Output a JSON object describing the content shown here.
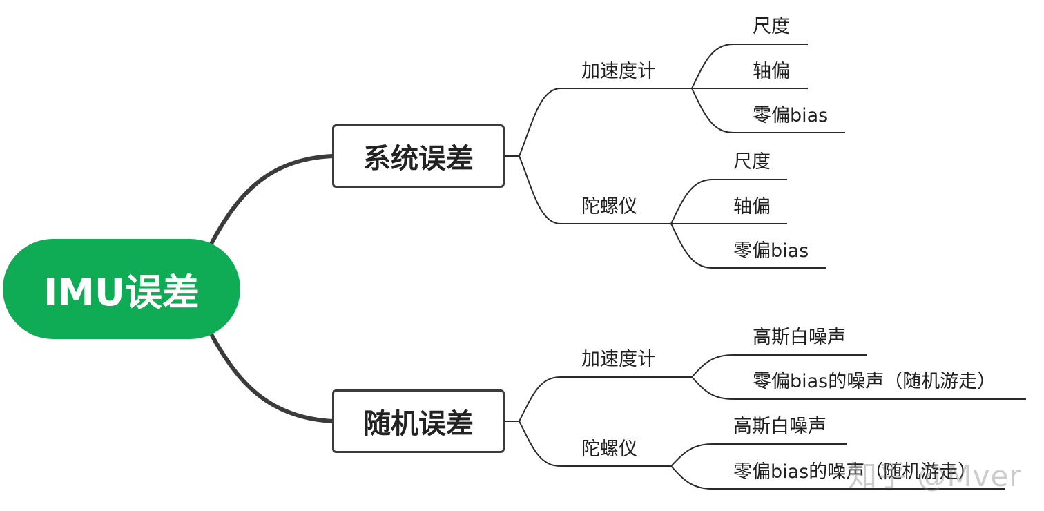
{
  "root": {
    "label": "IMU误差",
    "color": "#10ac55"
  },
  "branches": {
    "systematic": {
      "label": "系统误差",
      "sensors": {
        "accel": {
          "label": "加速度计",
          "items": [
            "尺度",
            "轴偏",
            "零偏bias"
          ]
        },
        "gyro": {
          "label": "陀螺仪",
          "items": [
            "尺度",
            "轴偏",
            "零偏bias"
          ]
        }
      }
    },
    "random": {
      "label": "随机误差",
      "sensors": {
        "accel": {
          "label": "加速度计",
          "items": [
            "高斯白噪声",
            "零偏bias的噪声（随机游走）"
          ]
        },
        "gyro": {
          "label": "陀螺仪",
          "items": [
            "高斯白噪声",
            "零偏bias的噪声（随机游走）"
          ]
        }
      }
    }
  },
  "watermark": "知乎 @Mver",
  "colors": {
    "line": "#3b3b3b",
    "thin_line": "#2a2a2a",
    "text": "#1f1f1f"
  }
}
